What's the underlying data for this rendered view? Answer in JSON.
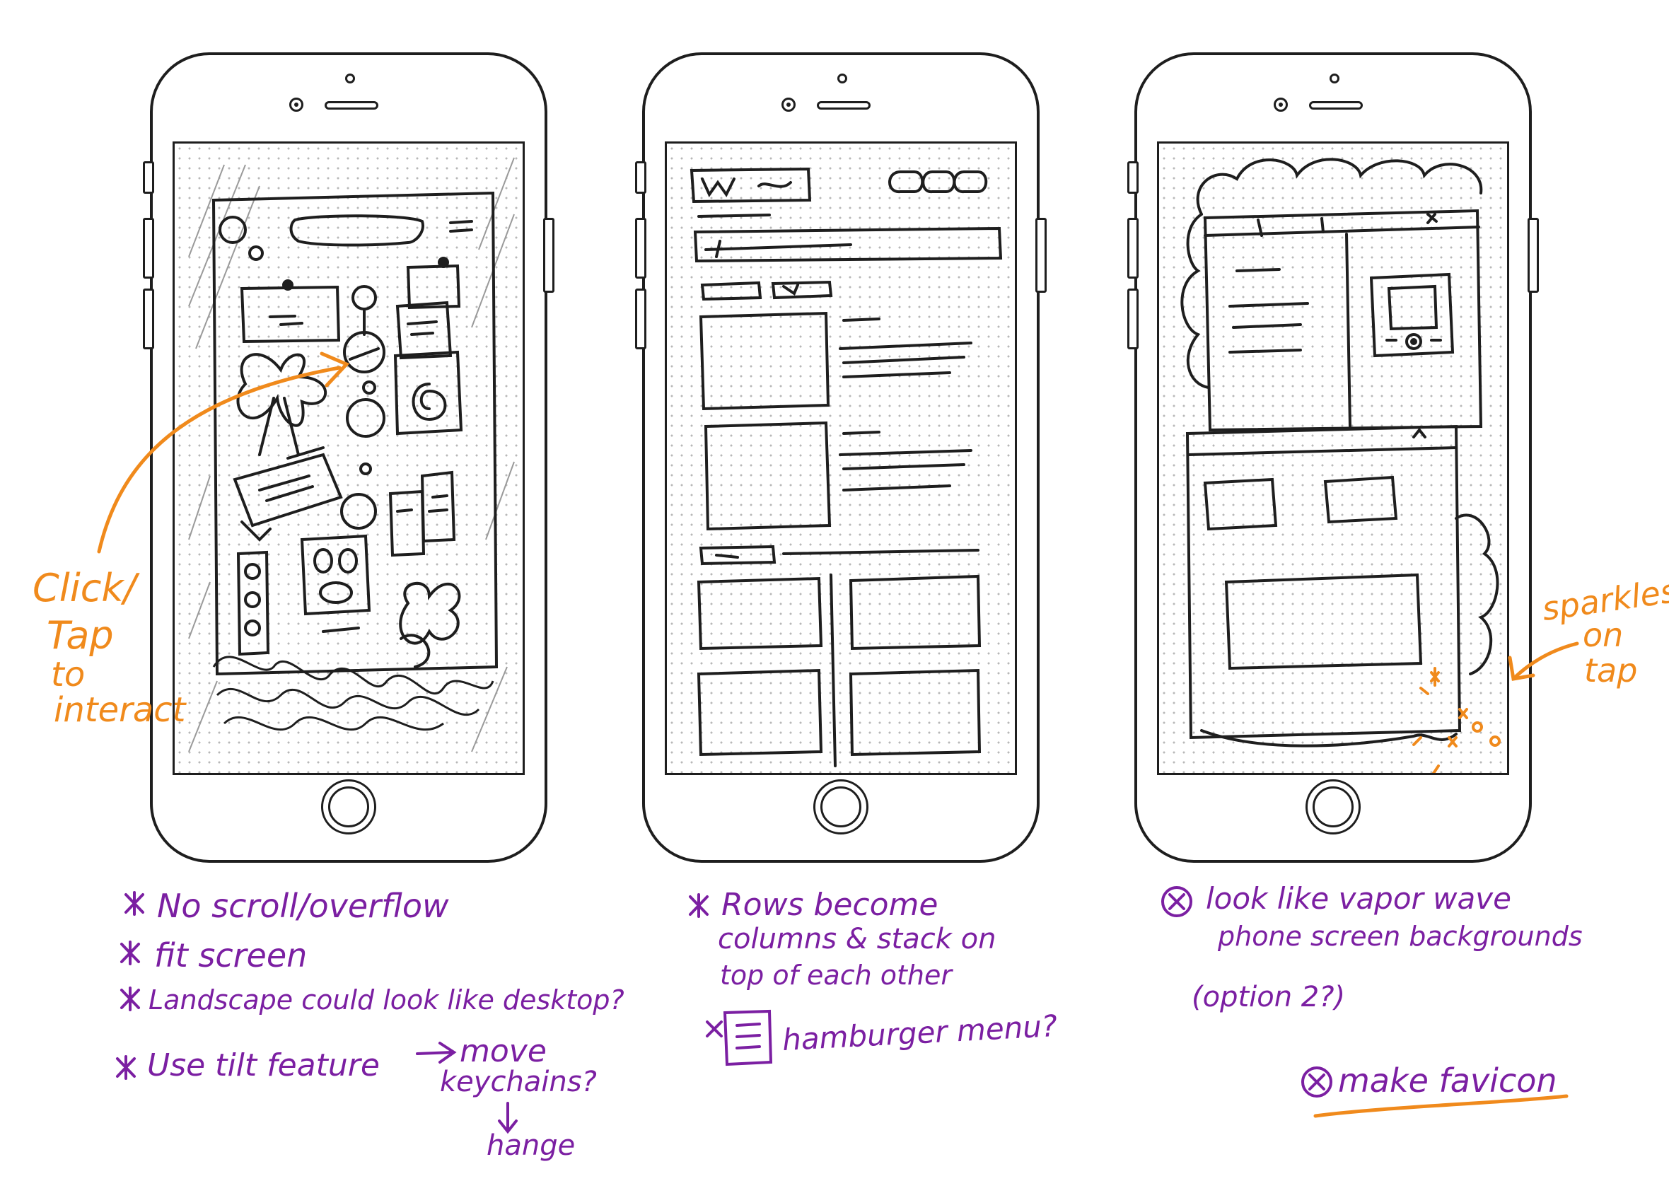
{
  "annotations": {
    "click_tap_line1": "Click/",
    "click_tap_line2": "Tap",
    "click_tap_line3": "to",
    "click_tap_line4": "interact",
    "sparkles_line1": "sparkles",
    "sparkles_line2": "on",
    "sparkles_line3": "tap"
  },
  "notes_phone1": {
    "line1": "No scroll/overflow",
    "line2": "fit screen",
    "line3": "Landscape could look like desktop?",
    "line4": "Use tilt feature",
    "line4_arrow_target": "move",
    "line5": "keychains?",
    "line6": "hange"
  },
  "notes_phone2": {
    "line1": "Rows  become",
    "line2": "columns & stack on",
    "line3": "top of each other",
    "line4": "hamburger menu?"
  },
  "notes_phone3": {
    "line1": "look like vapor wave",
    "line2": "phone screen backgrounds",
    "line3": "(option 2?)",
    "line4": "make favicon"
  },
  "colors": {
    "ink": "#1e1e1e",
    "purple_note": "#7b1fa2",
    "orange_note": "#f08a1c",
    "dot_grid": "#b8b8b8"
  },
  "icons": [
    "star-bullet-icon",
    "hamburger-menu-icon",
    "arrow-right-icon"
  ]
}
